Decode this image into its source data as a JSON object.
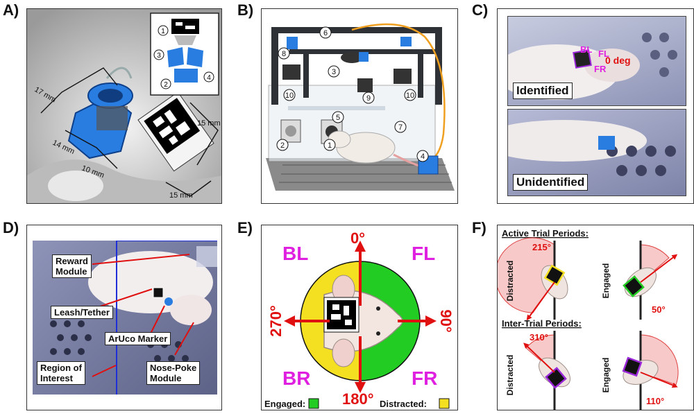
{
  "labels": {
    "a": "A)",
    "b": "B)",
    "c": "C)",
    "d": "D)",
    "e": "E)",
    "f": "F)"
  },
  "panelA": {
    "dims": {
      "d17": "17 mm",
      "d14": "14 mm",
      "d10": "10 mm",
      "d15a": "15 mm",
      "d15b": "15 mm"
    },
    "inset_nums": [
      "1",
      "2",
      "3",
      "4"
    ]
  },
  "panelB": {
    "nums": [
      "1",
      "2",
      "3",
      "4",
      "5",
      "6",
      "7",
      "8",
      "9",
      "10",
      "10"
    ]
  },
  "panelC": {
    "identified": "Identified",
    "unidentified": "Unidentified",
    "overlay": {
      "bl": "BL",
      "fl": "FL",
      "fr": "FR",
      "deg": "0 deg"
    }
  },
  "panelD": {
    "reward_l1": "Reward",
    "reward_l2": "Module",
    "leash": "Leash/Tether",
    "aruco": "ArUco Marker",
    "roi_l1": "Region of",
    "roi_l2": "Interest",
    "nose_l1": "Nose-Poke",
    "nose_l2": "Module"
  },
  "panelE": {
    "bl": "BL",
    "fl": "FL",
    "br": "BR",
    "fr": "FR",
    "a0": "0°",
    "a90": "90°",
    "a180": "180°",
    "a270": "270°",
    "engaged": "Engaged:",
    "distracted": "Distracted:"
  },
  "panelF": {
    "active": "Active Trial Periods:",
    "inter": "Inter-Trial Periods:",
    "distracted": "Distracted",
    "engaged": "Engaged",
    "a215": "215°",
    "a50": "50°",
    "a310": "310°",
    "a110": "110°"
  },
  "colors": {
    "engaged": "#22cc22",
    "distracted": "#f4e020",
    "arrow": "#e01010",
    "label": "#e020e0",
    "rig_blue": "#2a7de0"
  }
}
